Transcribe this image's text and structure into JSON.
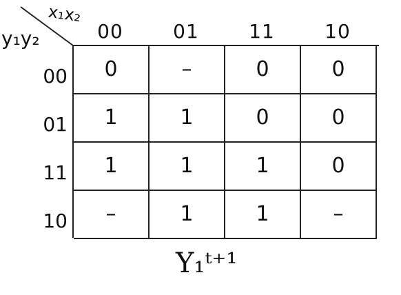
{
  "kmap": {
    "column_variables": "x₁x₂",
    "row_variables": "y₁y₂",
    "column_headers": [
      "00",
      "01",
      "11",
      "10"
    ],
    "row_headers": [
      "00",
      "01",
      "11",
      "10"
    ],
    "cells": [
      [
        "0",
        "–",
        "0",
        "0"
      ],
      [
        "1",
        "1",
        "0",
        "0"
      ],
      [
        "1",
        "1",
        "1",
        "0"
      ],
      [
        "–",
        "1",
        "1",
        "–"
      ]
    ],
    "output_label": "Y₁ᵗ⁺¹"
  }
}
